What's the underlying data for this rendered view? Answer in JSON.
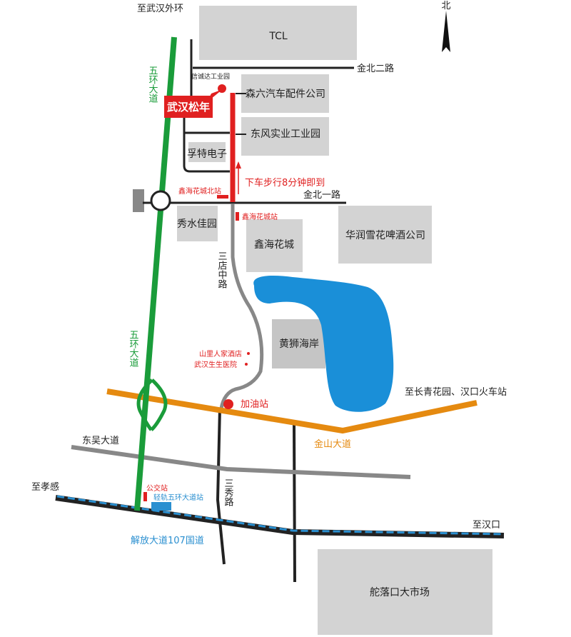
{
  "map": {
    "compass": "北",
    "blocks": {
      "tcl": "TCL",
      "senliu": "森六汽车配件公司",
      "dongfeng": "东风实业工业园",
      "fute": "孚特电子",
      "xiushui": "秀水佳园",
      "xinhai": "鑫海花城",
      "huarun": "华润雪花啤酒公司",
      "huangshi": "黄狮海岸",
      "tuoluokou": "舵落口大市场"
    },
    "roads": {
      "wuhuan_1": "五环大道",
      "wuhuan_2": "五环大道",
      "jinbei_2": "金北二路",
      "jinbei_1": "金北一路",
      "sandian": "三店中路",
      "sanxiu": "三秀路",
      "jinshan": "金山大道",
      "dongwu": "东吴大道",
      "jiefang": "解放大道107国道"
    },
    "destinations": {
      "waihuan": "至武汉外环",
      "changqing": "至长青花园、汉口火车站",
      "xiaogan": "至孝感",
      "hankou": "至汉口"
    },
    "poi": {
      "songnian": "武汉松年",
      "xincheng": "信诚达工业园",
      "walk": "下车步行8分钟即到",
      "stop_north": "鑫海花城北站",
      "stop_xinhai": "鑫海花城站",
      "hotel": "山里人家酒店",
      "hospital": "武汉生生医院",
      "gas": "加油站",
      "bus": "公交站",
      "lightrail": "轻轨五环大道站"
    },
    "colors": {
      "highlight": "#e02020",
      "ring_road": "#1a9c3a",
      "jinshan_road": "#e58a10",
      "rail": "#2a8fd0",
      "water": "#1a8fd8",
      "block": "#d3d3d3"
    }
  }
}
